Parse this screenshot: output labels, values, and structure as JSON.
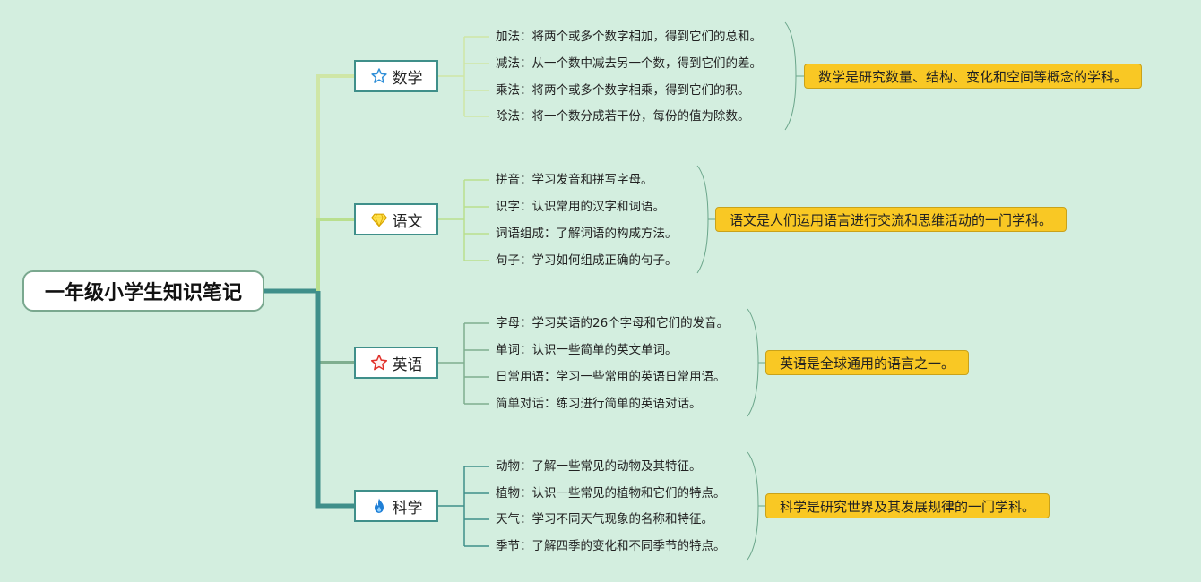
{
  "root": {
    "label": "一年级小学生知识笔记"
  },
  "branches": [
    {
      "label": "数学",
      "icon": "star-outline-icon",
      "items": [
        "加法：将两个或多个数字相加，得到它们的总和。",
        "减法：从一个数中减去另一个数，得到它们的差。",
        "乘法：将两个或多个数字相乘，得到它们的积。",
        "除法：将一个数分成若干份，每份的值为除数。"
      ],
      "summary": "数学是研究数量、结构、变化和空间等概念的学科。"
    },
    {
      "label": "语文",
      "icon": "diamond-icon",
      "items": [
        "拼音：学习发音和拼写字母。",
        "识字：认识常用的汉字和词语。",
        "词语组成：了解词语的构成方法。",
        "句子：学习如何组成正确的句子。"
      ],
      "summary": "语文是人们运用语言进行交流和思维活动的一门学科。"
    },
    {
      "label": "英语",
      "icon": "red-star-icon",
      "items": [
        "字母：学习英语的26个字母和它们的发音。",
        "单词：认识一些简单的英文单词。",
        "日常用语：学习一些常用的英语日常用语。",
        "简单对话：练习进行简单的英语对话。"
      ],
      "summary": "英语是全球通用的语言之一。"
    },
    {
      "label": "科学",
      "icon": "flame-icon",
      "items": [
        "动物：了解一些常见的动物及其特征。",
        "植物：认识一些常见的植物和它们的特点。",
        "天气：学习不同天气现象的名称和特征。",
        "季节：了解四季的变化和不同季节的特点。"
      ],
      "summary": "科学是研究世界及其发展规律的一门学科。"
    }
  ],
  "colors": {
    "background": "#d3eedf",
    "trunk": "#3f8f8a",
    "branch_math": "#cfe6a6",
    "branch_chinese": "#b9df8e",
    "branch_english": "#7fae8f",
    "branch_science": "#3f8f8a",
    "summary_fill": "#f9c824",
    "summary_border": "#c9a21a"
  }
}
